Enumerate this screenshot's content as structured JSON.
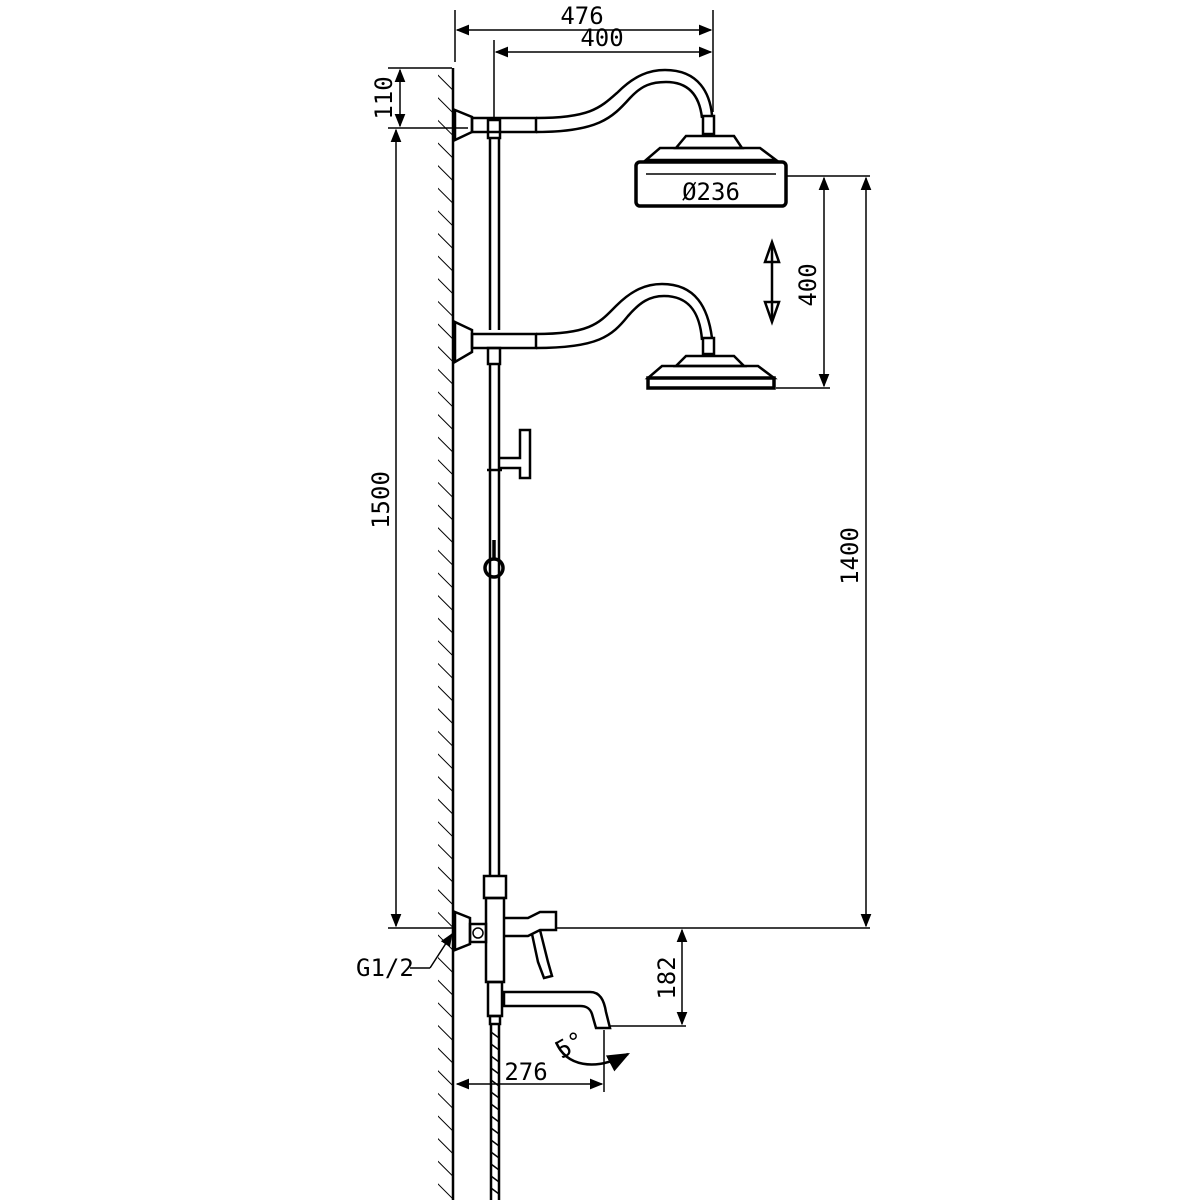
{
  "colors": {
    "line": "#000000",
    "background": "#ffffff"
  },
  "dimensions": {
    "total_reach": "476",
    "arm_reach": "400",
    "arm_offset": "110",
    "riser_height": "1500",
    "head_diameter": "Ø236",
    "adjust_travel": "400",
    "head_to_spout": "1400",
    "spout_drop": "182",
    "spout_projection": "276",
    "inlet_thread": "G1/2",
    "spout_swivel": "5°"
  }
}
